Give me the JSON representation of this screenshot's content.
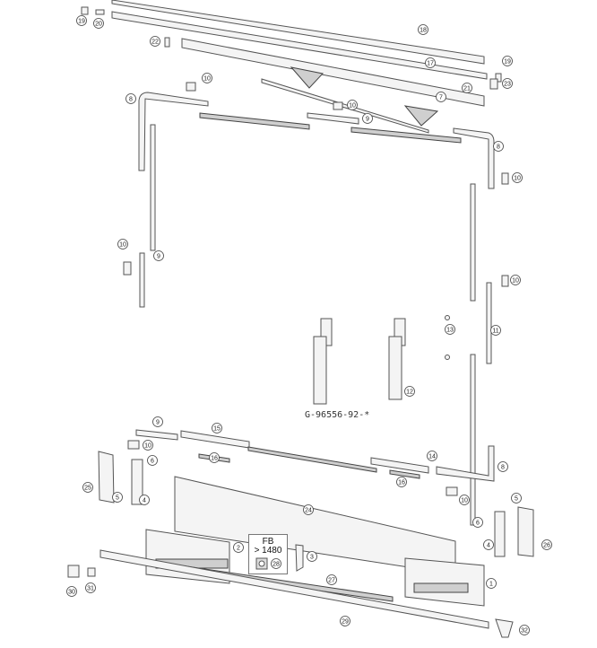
{
  "drawing_code": "G-96556-92-*",
  "note_box": {
    "line1": "FB",
    "line2": "> 1480"
  },
  "callouts": [
    "19",
    "20",
    "18",
    "22",
    "17",
    "19",
    "23",
    "21",
    "7",
    "10",
    "8",
    "10",
    "9",
    "8",
    "10",
    "10",
    "9",
    "10",
    "13",
    "11",
    "12",
    "9",
    "15",
    "10",
    "16",
    "6",
    "14",
    "8",
    "16",
    "25",
    "5",
    "4",
    "24",
    "10",
    "5",
    "6",
    "4",
    "26",
    "2",
    "3",
    "28",
    "27",
    "1",
    "30",
    "31",
    "29",
    "32"
  ]
}
